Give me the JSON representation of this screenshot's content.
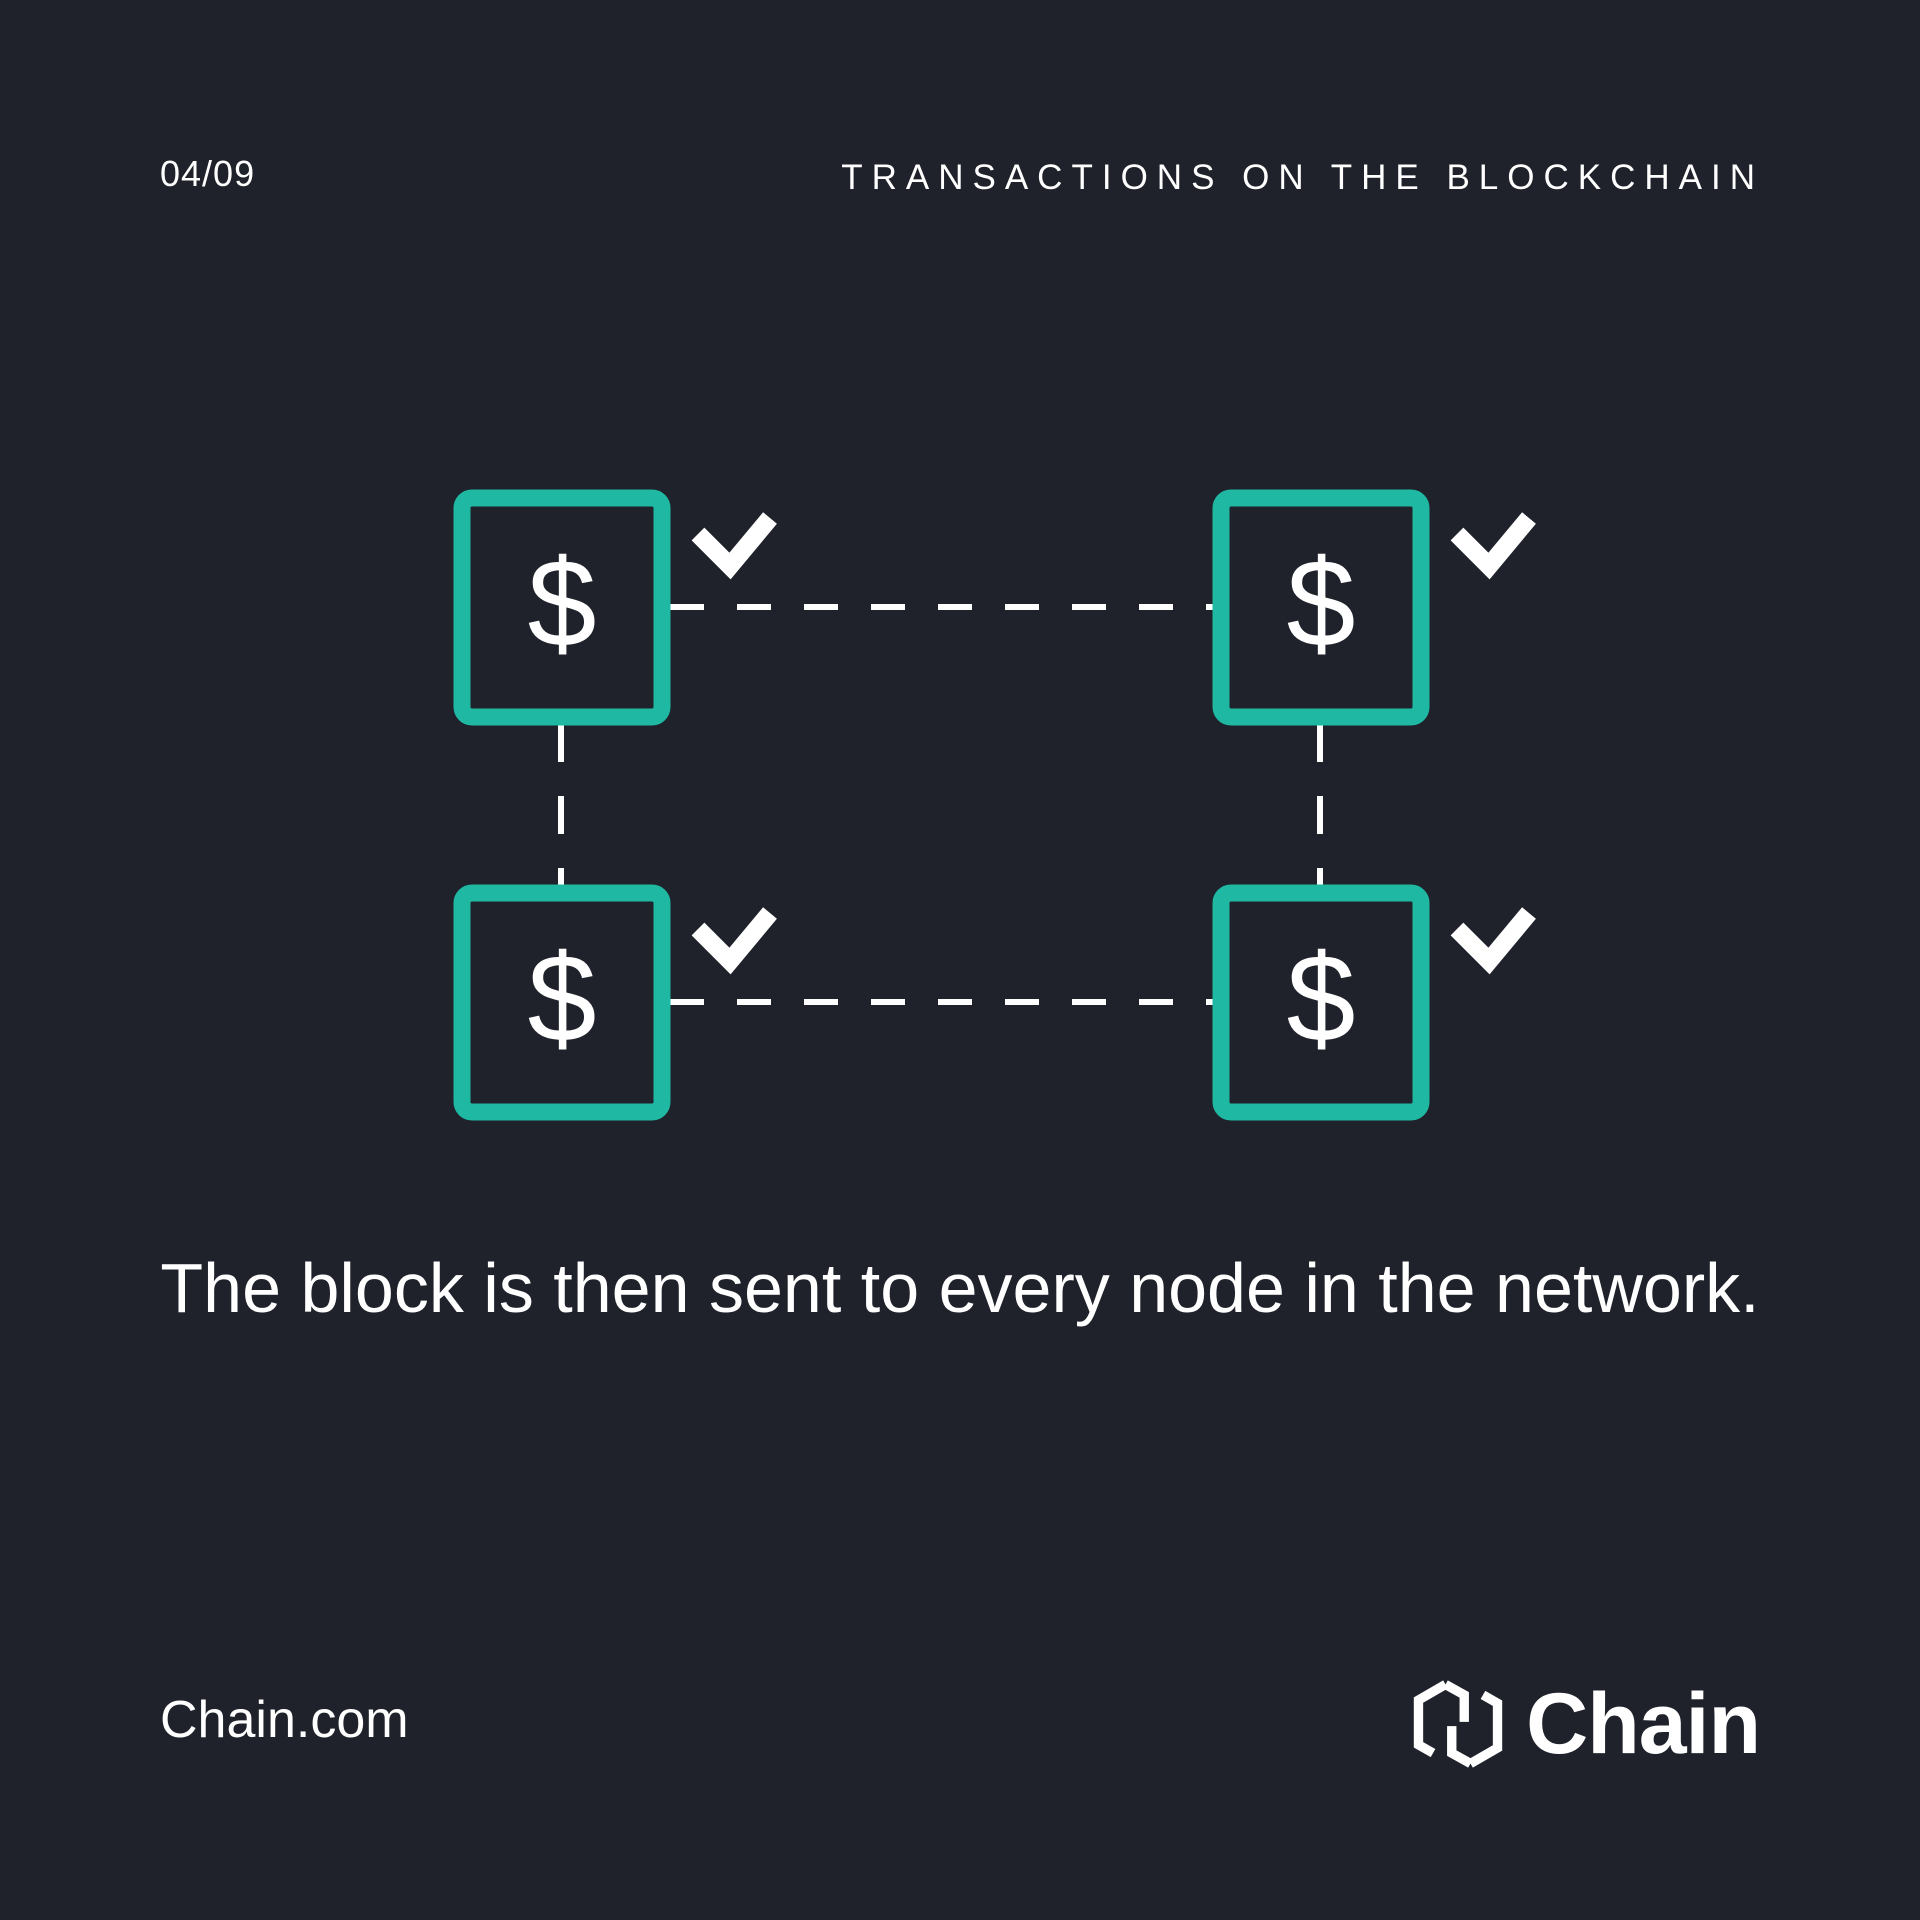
{
  "header": {
    "slide_number": "04/09",
    "series_title": "TRANSACTIONS ON THE BLOCKCHAIN"
  },
  "diagram": {
    "nodes": [
      {
        "id": "top-left",
        "symbol": "$",
        "verified": true
      },
      {
        "id": "top-right",
        "symbol": "$",
        "verified": true
      },
      {
        "id": "bottom-left",
        "symbol": "$",
        "verified": true
      },
      {
        "id": "bottom-right",
        "symbol": "$",
        "verified": true
      }
    ],
    "connections": [
      [
        "top-left",
        "top-right"
      ],
      [
        "bottom-left",
        "bottom-right"
      ],
      [
        "top-left",
        "bottom-left"
      ],
      [
        "top-right",
        "bottom-right"
      ]
    ],
    "node_border_color": "#1fb8a2",
    "symbol_color": "#ffffff",
    "check_icon": "checkmark-icon"
  },
  "caption": "The block is then sent to every node in the network.",
  "footer": {
    "url": "Chain.com",
    "brand_name": "Chain",
    "brand_icon": "chain-logo-icon"
  },
  "colors": {
    "background": "#1f222b",
    "accent": "#1fb8a2",
    "text": "#ffffff"
  }
}
